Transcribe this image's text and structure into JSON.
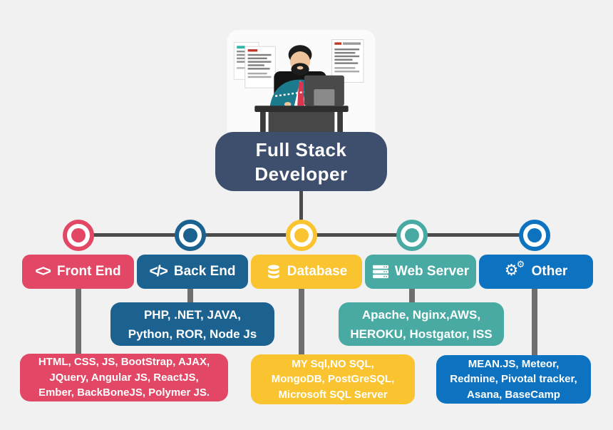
{
  "title": {
    "line1": "Full Stack",
    "line2": "Developer"
  },
  "colors": {
    "background": "#f1f1f2",
    "root_navy": "#3e4e6d",
    "front_end_red": "#e24765",
    "back_end_blue": "#1c6291",
    "database_yellow": "#f9c42f",
    "web_server_teal": "#49aaa3",
    "other_blue": "#0d73c0",
    "main_line": "#4b4b4b",
    "stem_gray": "#6f6f6f"
  },
  "branches": [
    {
      "id": "front-end",
      "label": "Front End",
      "icon": "code-angle-brackets-icon",
      "icon_text": "<>",
      "color": "#e24765",
      "items": [
        "HTML, CSS, JS, BootStrap, AJAX,",
        "JQuery,  Angular JS, ReactJS,",
        "Ember, BackBoneJS, Polymer JS."
      ]
    },
    {
      "id": "back-end",
      "label": "Back End",
      "icon": "code-slash-icon",
      "icon_text": "</>",
      "color": "#1c6291",
      "items": [
        "PHP, .NET, JAVA,",
        "Python, ROR, Node Js"
      ]
    },
    {
      "id": "database",
      "label": "Database",
      "icon": "database-cylinder-icon",
      "color": "#f9c42f",
      "items": [
        "MY Sql,NO SQL,",
        "MongoDB, PostGreSQL,",
        "Microsoft SQL Server"
      ]
    },
    {
      "id": "web-server",
      "label": "Web Server",
      "icon": "server-rack-icon",
      "color": "#49aaa3",
      "items": [
        "Apache, Nginx,AWS,",
        "HEROKU, Hostgator, ISS"
      ]
    },
    {
      "id": "other",
      "label": "Other",
      "icon": "gears-icon",
      "icon_text": "⚙",
      "color": "#0d73c0",
      "items": [
        "MEAN.JS, Meteor,",
        "Redmine, Pivotal tracker,",
        "Asana, BaseCamp"
      ]
    }
  ]
}
